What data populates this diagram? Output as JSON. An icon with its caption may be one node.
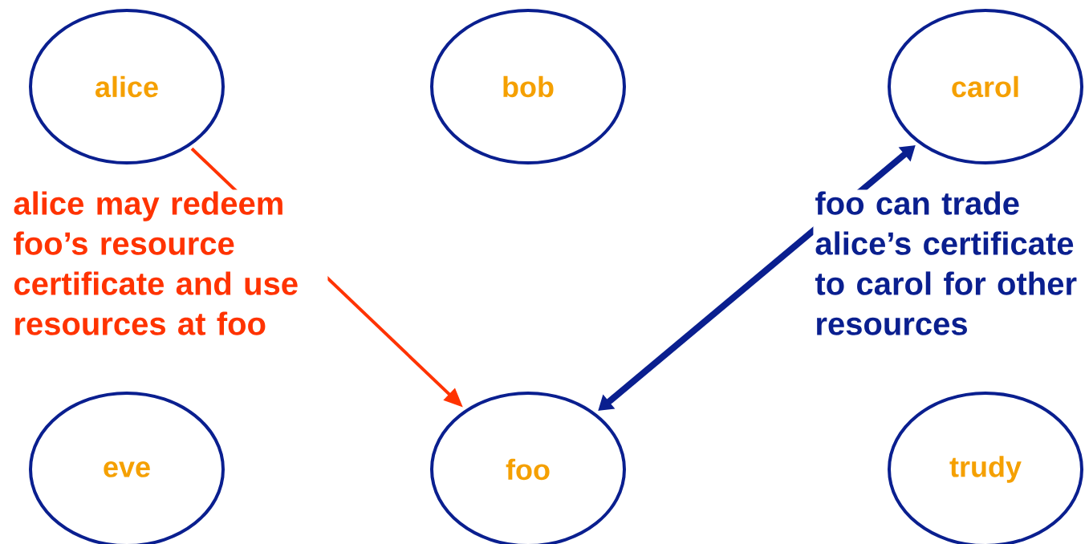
{
  "diagram": {
    "nodes": [
      {
        "text": [
          "alice"
        ]
      },
      {
        "text": [
          "bob"
        ]
      },
      {
        "text": [
          "carol"
        ]
      },
      {
        "text": [
          "eve"
        ]
      },
      {
        "text": [
          "foo"
        ]
      },
      {
        "text": [
          "trudy"
        ]
      }
    ],
    "edges": [
      {
        "from": 0,
        "to": 4,
        "arrow": "to",
        "color": "#ff3300",
        "label": "alice may redeem foo’s resource certificate and use resources at foo"
      },
      {
        "from": 4,
        "to": 2,
        "arrow": "both",
        "style": "thick",
        "color": "#0a1f8f",
        "label": "foo can trade alice’s certificate to carol for other resources"
      }
    ]
  }
}
